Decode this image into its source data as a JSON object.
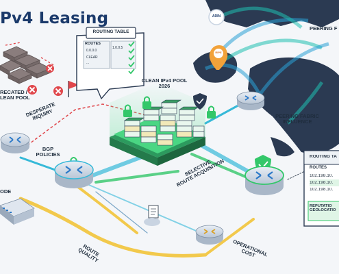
{
  "title": "Pv4 Leasing",
  "labels": {
    "routing_table_top": "ROUTING TABLE",
    "routes": "ROUTES",
    "rt_top_rows": [
      "0.0.0.0",
      "1.0.0.5",
      "CLEAR",
      "..."
    ],
    "clean_pool": [
      "CLEAN IPv4 POOL",
      "2026"
    ],
    "deprecated_pool": [
      "RECATED /",
      "LEAN POOL"
    ],
    "desperate_inquiry": [
      "DESPERATE",
      "INQUIRY"
    ],
    "bgp_policies": [
      "BGP",
      "POLICIES"
    ],
    "peering_top": "PEERING F",
    "peering_fabric": [
      "PEERING FABRIC",
      "INFLUENCE"
    ],
    "selective_route": [
      "SELECTIVE",
      "ROUTE ACQUISITION"
    ],
    "route_quality": [
      "ROUTE",
      "QUALITY"
    ],
    "operational_cost": [
      "OPERATIONAL",
      "COST"
    ],
    "node": "ODE",
    "routing_table_right": "ROUTING TA",
    "routes_right": "ROUTES",
    "route_rows": [
      "102.198.10.",
      "102.198.10.",
      "102.198.10."
    ],
    "reputation": [
      "REPUTATIO",
      "GEOLOCATIO"
    ],
    "map_pin_top": "ARIN",
    "map_pin_bottom": "RIPE"
  },
  "colors": {
    "title": "#1b3a6b",
    "green": "#33c76a",
    "cyan": "#36b9d8",
    "yellow": "#f2c94c",
    "red": "#e0474c",
    "map": "#2b3a52"
  }
}
